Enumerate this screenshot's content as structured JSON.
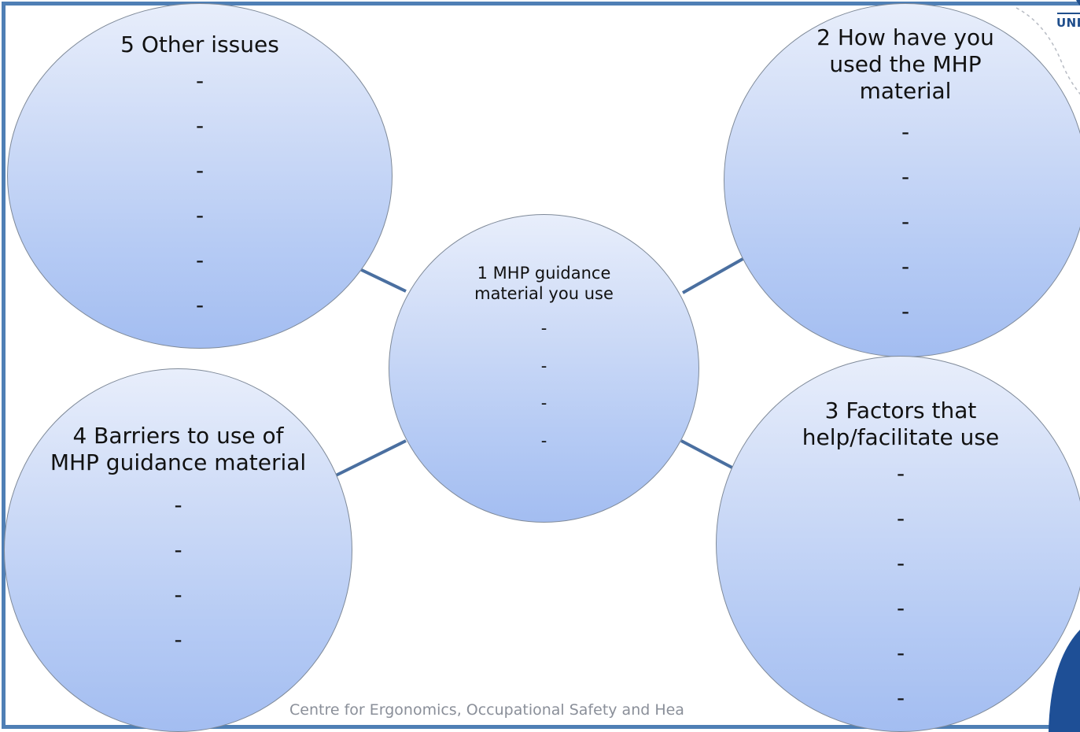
{
  "diagram": {
    "center": {
      "title": "1 MHP guidance material you use",
      "items": [
        "-",
        "-",
        "-",
        "-"
      ]
    },
    "nodes": {
      "other_issues": {
        "title": "5 Other issues",
        "items": [
          "-",
          "-",
          "-",
          "-",
          "-",
          "-"
        ]
      },
      "how_used": {
        "title": "2 How have you used the MHP material",
        "items": [
          "-",
          "-",
          "-",
          "-",
          "-"
        ]
      },
      "barriers": {
        "title": "4 Barriers  to use of MHP guidance material",
        "items": [
          "-",
          "-",
          "-",
          "-"
        ]
      },
      "factors": {
        "title": "3 Factors that help/facilitate use",
        "items": [
          "-",
          "-",
          "-",
          "-",
          "-",
          "-"
        ]
      }
    },
    "footer": "Centre for Ergonomics, Occupational Safety and Hea",
    "logo_text": "UNI"
  },
  "colors": {
    "frame": "#4f7fb5",
    "connector": "#4a6fa0",
    "bubble_top": "#e8eefb",
    "bubble_bottom": "#a3bdf1",
    "bubble_border": "#7f8a99",
    "footer_text": "#8a8f99",
    "logo_blue": "#1f4e8c"
  }
}
